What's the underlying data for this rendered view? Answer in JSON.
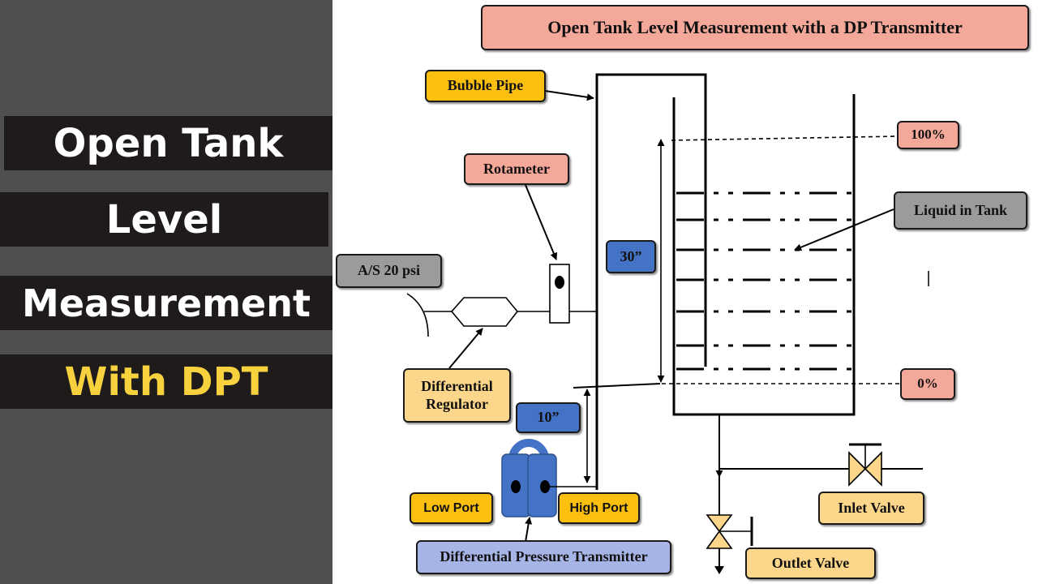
{
  "side_title": {
    "line1": "Open Tank",
    "line2": "Level",
    "line3": "Measurement",
    "line4": "With DPT"
  },
  "diagram": {
    "title": "Open Tank Level Measurement with a DP Transmitter",
    "labels": {
      "bubble_pipe": "Bubble Pipe",
      "rotameter": "Rotameter",
      "air_supply": "A/S 20 psi",
      "differential_regulator": "Differential\nRegulator",
      "level_100": "100%",
      "level_0": "0%",
      "liquid_in_tank": "Liquid in Tank",
      "span_30": "30”",
      "span_10": "10”",
      "low_port": "Low Port",
      "high_port": "High Port",
      "dpt": "Differential Pressure Transmitter",
      "inlet_valve": "Inlet Valve",
      "outlet_valve": "Outlet Valve"
    }
  },
  "colors": {
    "left_panel": "#4f4f4f",
    "title_band": "#1f1b1a",
    "accent_text": "#f7d23e",
    "label_yellow": "#fbbf10",
    "label_pink": "#f4a89a",
    "label_grey": "#9b9b9b",
    "label_blue": "#4472c4",
    "label_cream": "#fcd68a",
    "label_lavender": "#a6b4e6"
  }
}
